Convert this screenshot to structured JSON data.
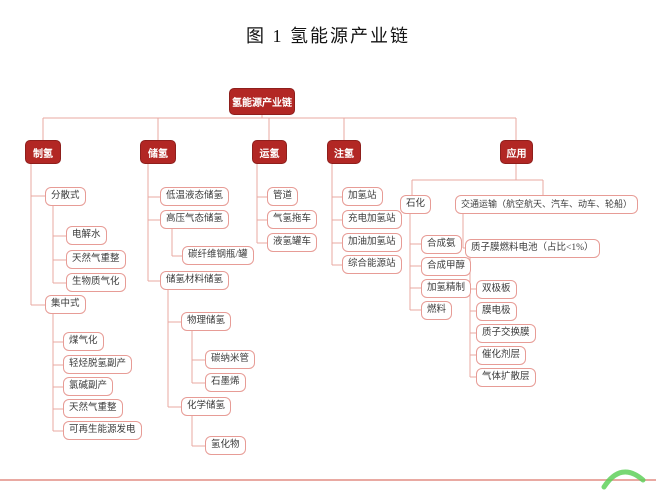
{
  "figure_title": "图 1 氢能源产业链",
  "root_label": "氢能源产业链",
  "colors": {
    "node_red": "#b22724",
    "connector_pink": "#e9a9a2",
    "box_border_pink": "#e79c96",
    "text_dark": "#3b3b3b",
    "footer_divider_pink": "#e9a9a2",
    "footer_green": "#5fd05a"
  },
  "branches": {
    "production": {
      "label": "制氢",
      "distributed": {
        "label": "分散式",
        "children": [
          "电解水",
          "天然气重整",
          "生物质气化"
        ]
      },
      "centralized": {
        "label": "集中式",
        "children": [
          "煤气化",
          "轻烃脱氢副产",
          "氯碱副产",
          "天然气重整",
          "可再生能源发电"
        ]
      }
    },
    "storage": {
      "label": "储氢",
      "children": [
        "低温液态储氢",
        "高压气态储氢",
        "储氢材料储氢"
      ],
      "high_pressure_child": "碳纤维钢瓶/罐",
      "material": {
        "physical": {
          "label": "物理储氢",
          "children": [
            "碳纳米管",
            "石墨烯"
          ]
        },
        "chemical": {
          "label": "化学储氢",
          "children": [
            "氢化物"
          ]
        }
      }
    },
    "transport": {
      "label": "运氢",
      "children": [
        "管道",
        "气氢拖车",
        "液氢罐车"
      ]
    },
    "refueling": {
      "label": "注氢",
      "children": [
        "加氢站",
        "充电加氢站",
        "加油加氢站",
        "综合能源站"
      ]
    },
    "application": {
      "label": "应用",
      "petrochemical": {
        "label": "石化",
        "children": [
          "合成氨",
          "合成甲醇",
          "加氢精制",
          "燃料"
        ]
      },
      "transportation": {
        "label": "交通运输（航空航天、汽车、动车、轮船）",
        "fuel_cell": {
          "label": "质子膜燃料电池（占比<1%）",
          "children": [
            "双极板",
            "膜电极",
            "质子交换膜",
            "催化剂层",
            "气体扩散层"
          ]
        }
      }
    }
  }
}
